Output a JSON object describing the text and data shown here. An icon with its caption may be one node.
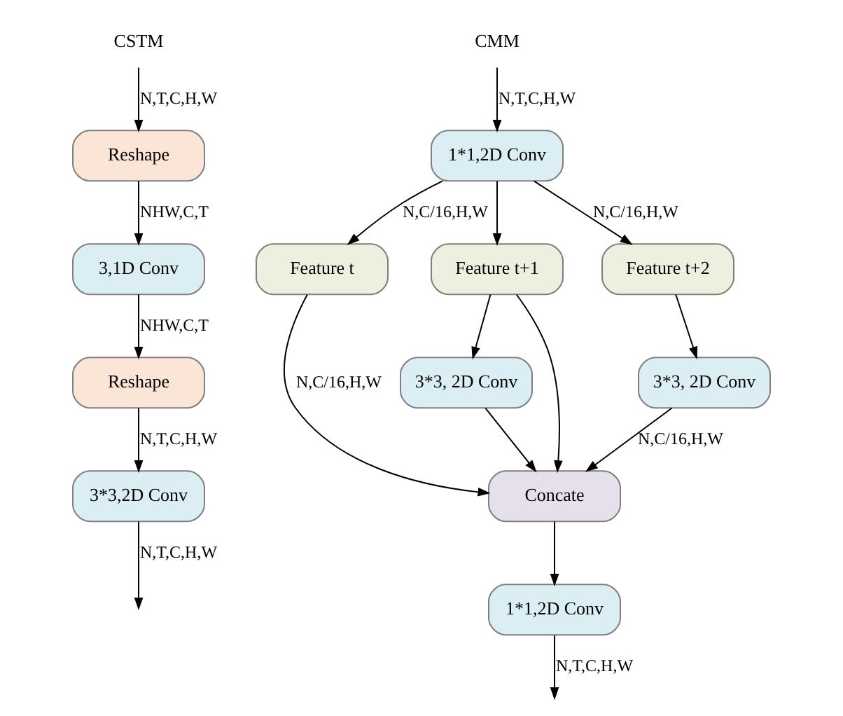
{
  "diagram": {
    "nodes": [
      {
        "text": [
          "CSTM"
        ]
      },
      {
        "text": [
          "Reshape"
        ]
      },
      {
        "text": [
          "3,1D Conv"
        ]
      },
      {
        "text": [
          "Reshape"
        ]
      },
      {
        "text": [
          "3*3,2D Conv"
        ]
      },
      {
        "text": [
          "CMM"
        ]
      },
      {
        "text": [
          "1*1,2D Conv"
        ]
      },
      {
        "text": [
          "Feature t"
        ]
      },
      {
        "text": [
          "Feature t+1"
        ]
      },
      {
        "text": [
          "Feature t+2"
        ]
      },
      {
        "text": [
          "3*3, 2D Conv"
        ]
      },
      {
        "text": [
          "3*3, 2D Conv"
        ]
      },
      {
        "text": [
          "Concate"
        ]
      },
      {
        "text": [
          "1*1,2D Conv"
        ]
      }
    ],
    "edges": [
      {
        "from": 0,
        "to": 1,
        "arrow": "to",
        "label": "N,T,C,H,W"
      },
      {
        "from": 1,
        "to": 2,
        "arrow": "to",
        "label": "NHW,C,T"
      },
      {
        "from": 2,
        "to": 3,
        "arrow": "to",
        "label": "NHW,C,T"
      },
      {
        "from": 3,
        "to": 4,
        "arrow": "to",
        "label": "N,T,C,H,W"
      },
      {
        "from": 4,
        "to": null,
        "arrow": "to",
        "label": "N,T,C,H,W"
      },
      {
        "from": 5,
        "to": 6,
        "arrow": "to",
        "label": "N,T,C,H,W"
      },
      {
        "from": 6,
        "to": 7,
        "arrow": "to",
        "label": "N,C/16,H,W"
      },
      {
        "from": 6,
        "to": 8,
        "arrow": "to"
      },
      {
        "from": 6,
        "to": 9,
        "arrow": "to",
        "label": "N,C/16,H,W"
      },
      {
        "from": 8,
        "to": 10,
        "arrow": "to"
      },
      {
        "from": 9,
        "to": 11,
        "arrow": "to"
      },
      {
        "from": 7,
        "to": 12,
        "arrow": "to",
        "label": "N,C/16,H,W"
      },
      {
        "from": 10,
        "to": 12,
        "arrow": "to"
      },
      {
        "from": 8,
        "to": 12,
        "arrow": "to"
      },
      {
        "from": 11,
        "to": 12,
        "arrow": "to",
        "label": "N,C/16,H,W"
      },
      {
        "from": 12,
        "to": 13,
        "arrow": "to"
      },
      {
        "from": 13,
        "to": null,
        "arrow": "to",
        "label": "N,T,C,H,W"
      }
    ]
  }
}
